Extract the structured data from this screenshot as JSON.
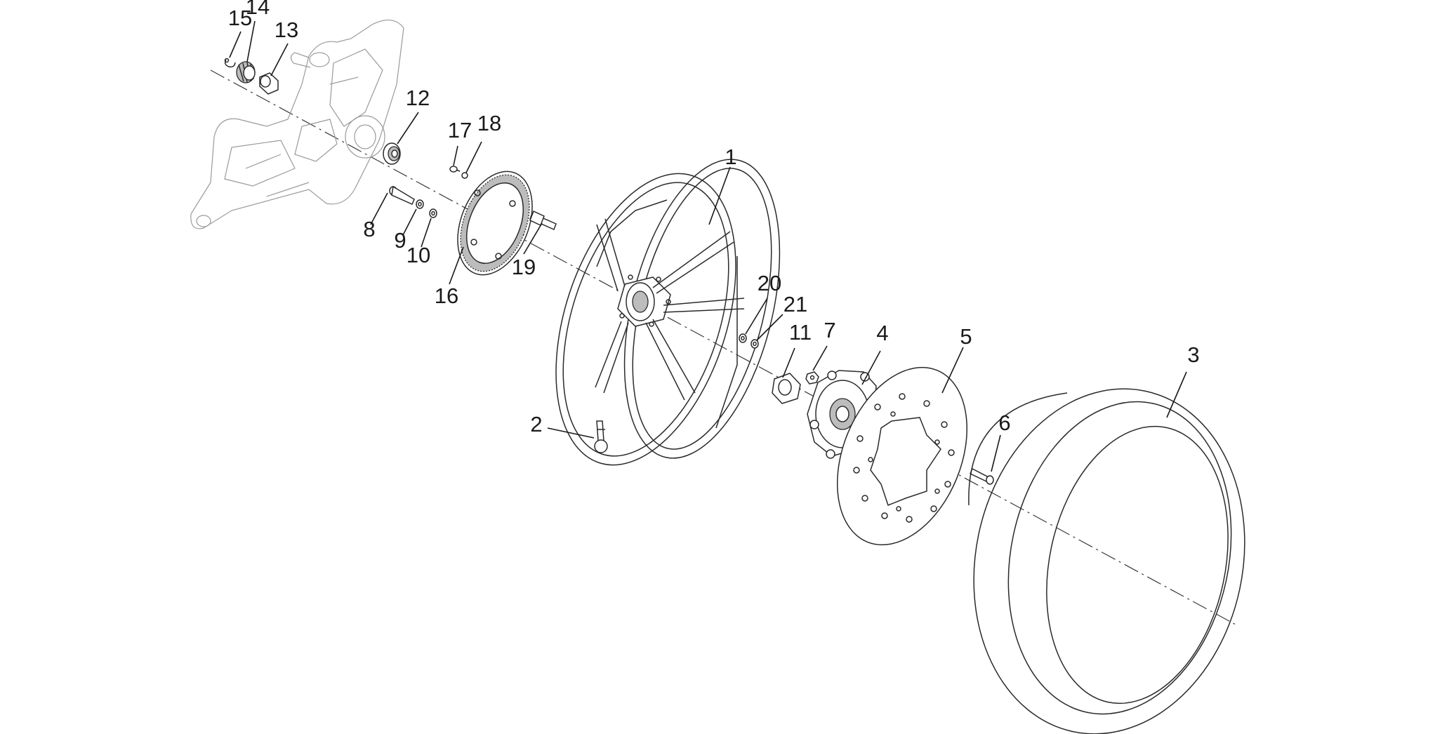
{
  "callouts": {
    "c1": "1",
    "c2": "2",
    "c3": "3",
    "c4": "4",
    "c5": "5",
    "c6": "6",
    "c7": "7",
    "c8": "8",
    "c9": "9",
    "c10": "10",
    "c11": "11",
    "c12": "12",
    "c13": "13",
    "c14": "14",
    "c15": "15",
    "c16": "16",
    "c17": "17",
    "c18": "18",
    "c19": "19",
    "c20": "20",
    "c21": "21"
  },
  "colors": {
    "line": "#2a2a2a",
    "light_line": "#9a9a9a",
    "background": "#ffffff",
    "text": "#1a1a1a"
  }
}
